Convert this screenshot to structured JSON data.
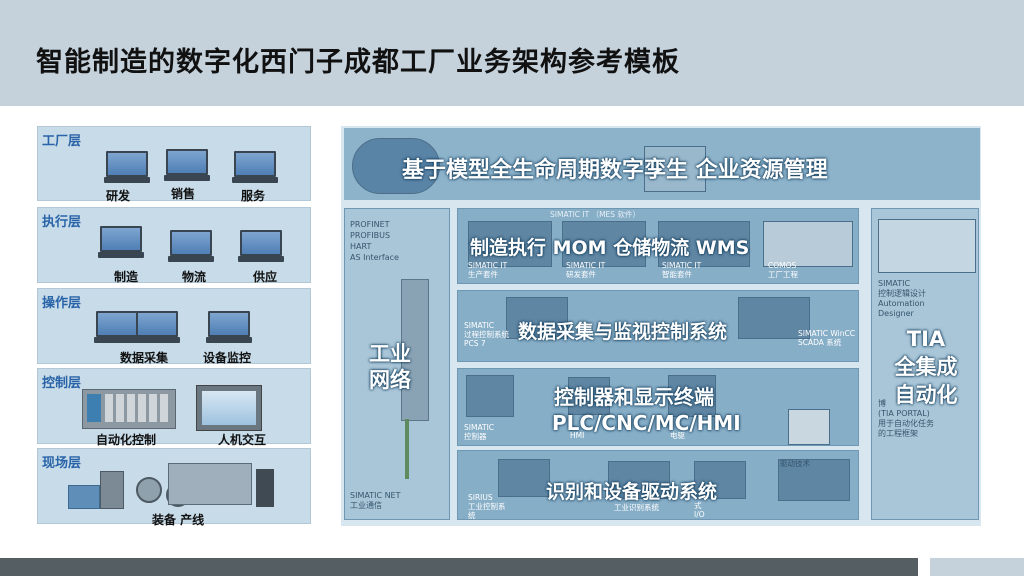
{
  "title": "智能制造的数字化西门子成都工厂业务架构参考模板",
  "levels": {
    "factory": {
      "label": "工厂层",
      "items": [
        "研发",
        "销售",
        "服务"
      ]
    },
    "execution": {
      "label": "执行层",
      "items": [
        "制造",
        "物流",
        "供应"
      ]
    },
    "operation": {
      "label": "操作层",
      "items": [
        "数据采集",
        "设备监控"
      ]
    },
    "control": {
      "label": "控制层",
      "items": [
        "自动化控制",
        "人机交互"
      ]
    },
    "field": {
      "label": "现场层",
      "items": [
        "装备 产线"
      ]
    }
  },
  "right": {
    "top": "基于模型全生命周期数字孪生   企业资源管理",
    "network": {
      "title": "工业\n网络",
      "protocols": "PROFINET\nPROFIBUS\nHART\nAS Interface",
      "bottom": "SIMATIC NET\n工业通信"
    },
    "mom": {
      "title": "制造执行 MOM    仓储物流 WMS",
      "header": "SIMATIC IT （MES 软件）",
      "caps": [
        "SIMATIC IT\n生产套件",
        "SIMATIC IT\n研发套件",
        "SIMATIC IT\n智能套件",
        "COMOS\n工厂工程"
      ]
    },
    "scada": {
      "title": "数据采集与监视控制系统",
      "left": "SIMATIC\n过程控制系统\nPCS 7",
      "right": "SIMATIC WinCC\nSCADA 系统"
    },
    "plc": {
      "title1": "控制器和显示终端",
      "title2": "PLC/CNC/MC/HMI",
      "caps": [
        "SIMATIC\n控制器",
        "HMI",
        "电驱"
      ]
    },
    "drive": {
      "title": "识别和设备驱动系统",
      "caps": [
        "SIRIUS\n工业控制系\n统",
        "工业识别系统",
        "式\nI/O",
        "驱动技术"
      ]
    },
    "tia": {
      "title": "TIA\n全集成\n自动化",
      "top": "SIMATIC\n控制逻辑设计\nAutomation\nDesigner",
      "bottom": "博\n(TIA PORTAL)\n用于自动化任务\n的工程框架"
    }
  }
}
